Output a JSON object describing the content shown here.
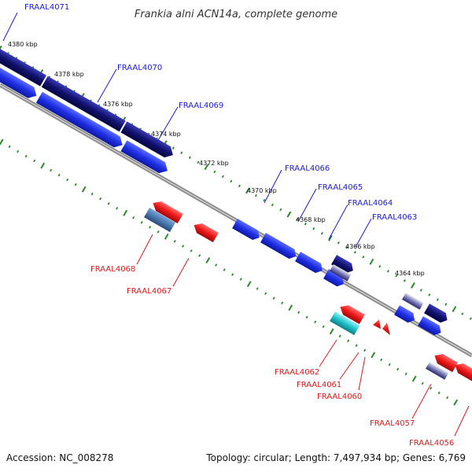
{
  "title": "Frankia alni ACN14a, complete genome",
  "footer": {
    "accession": "Accession: NC_008278",
    "topology": "Topology: circular; Length: 7,497,934 bp; Genes: 6,769"
  },
  "colors": {
    "forward_label": "#1a1adc",
    "reverse_label": "#dc1a1a",
    "tick_green": "#2a8a2a",
    "backbone": "#8c8c8c",
    "gene_blue": "#1f2fe6",
    "gene_navy": "#11116e",
    "gene_red": "#f01818",
    "gene_steel": "#4a78b0",
    "gene_cyan": "#20c0c8"
  },
  "kbp_labels": [
    "4380 kbp",
    "4378 kbp",
    "4376 kbp",
    "4374 kbp",
    "4372 kbp",
    "4370 kbp",
    "4368 kbp",
    "4366 kbp",
    "4364 kbp"
  ],
  "forward_genes": [
    "FRAAL4071",
    "FRAAL4070",
    "FRAAL4069",
    "FRAAL4066",
    "FRAAL4065",
    "FRAAL4064",
    "FRAAL4063"
  ],
  "reverse_genes": [
    "FRAAL4068",
    "FRAAL4067",
    "FRAAL4062",
    "FRAAL4061",
    "FRAAL4060",
    "FRAAL4057",
    "FRAAL4056"
  ]
}
